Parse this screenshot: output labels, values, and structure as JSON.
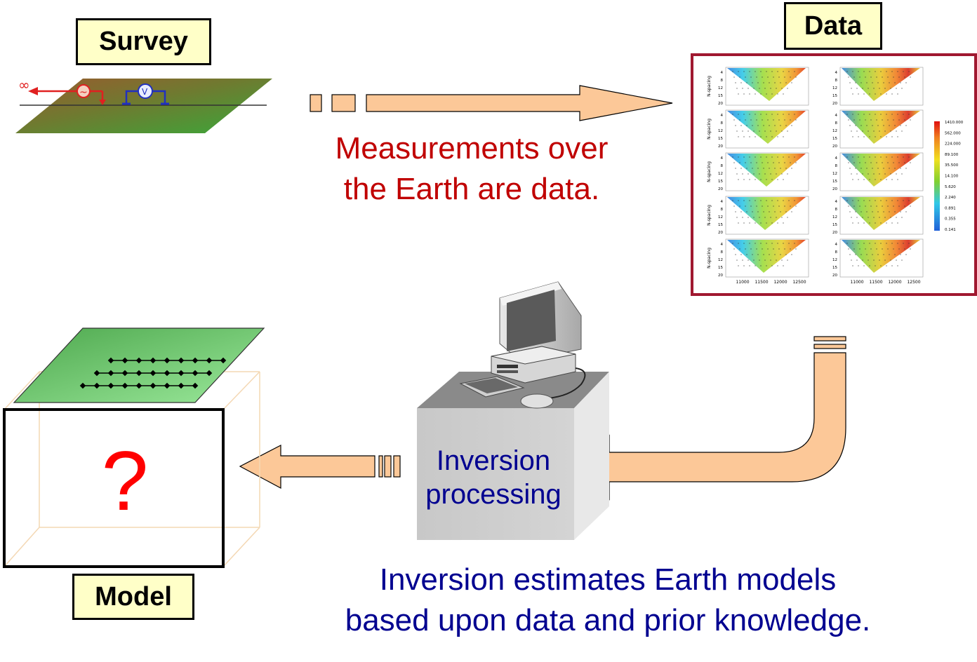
{
  "labels": {
    "survey": "Survey",
    "data": "Data",
    "model": "Model"
  },
  "captions": {
    "measurement_line1": "Measurements over",
    "measurement_line2": "the Earth are data.",
    "inversion_line1": "Inversion",
    "inversion_line2": "processing",
    "bottom_line1": "Inversion estimates Earth models",
    "bottom_line2": "based upon data and prior knowledge."
  },
  "survey_symbols": {
    "infinity": "∞",
    "source": "~",
    "voltmeter": "V"
  },
  "model": {
    "unknown_symbol": "?"
  },
  "data_panels": {
    "ylabel": "N-spacing",
    "yticks": [
      "4",
      "8",
      "12",
      "15",
      "20"
    ],
    "xticks": [
      "11000",
      "11500",
      "12000",
      "12500"
    ],
    "colorbar": [
      "1410.000",
      "562.000",
      "224.000",
      "89.100",
      "35.500",
      "14.100",
      "5.620",
      "2.240",
      "0.891",
      "0.355",
      "0.141"
    ]
  },
  "colors": {
    "measurement_text": "#c00000",
    "inversion_text": "#000090",
    "arrow_fill": "#fcc898",
    "data_frame": "#a01830",
    "question_mark": "#ff0000",
    "label_fill": "#ffffc8"
  }
}
